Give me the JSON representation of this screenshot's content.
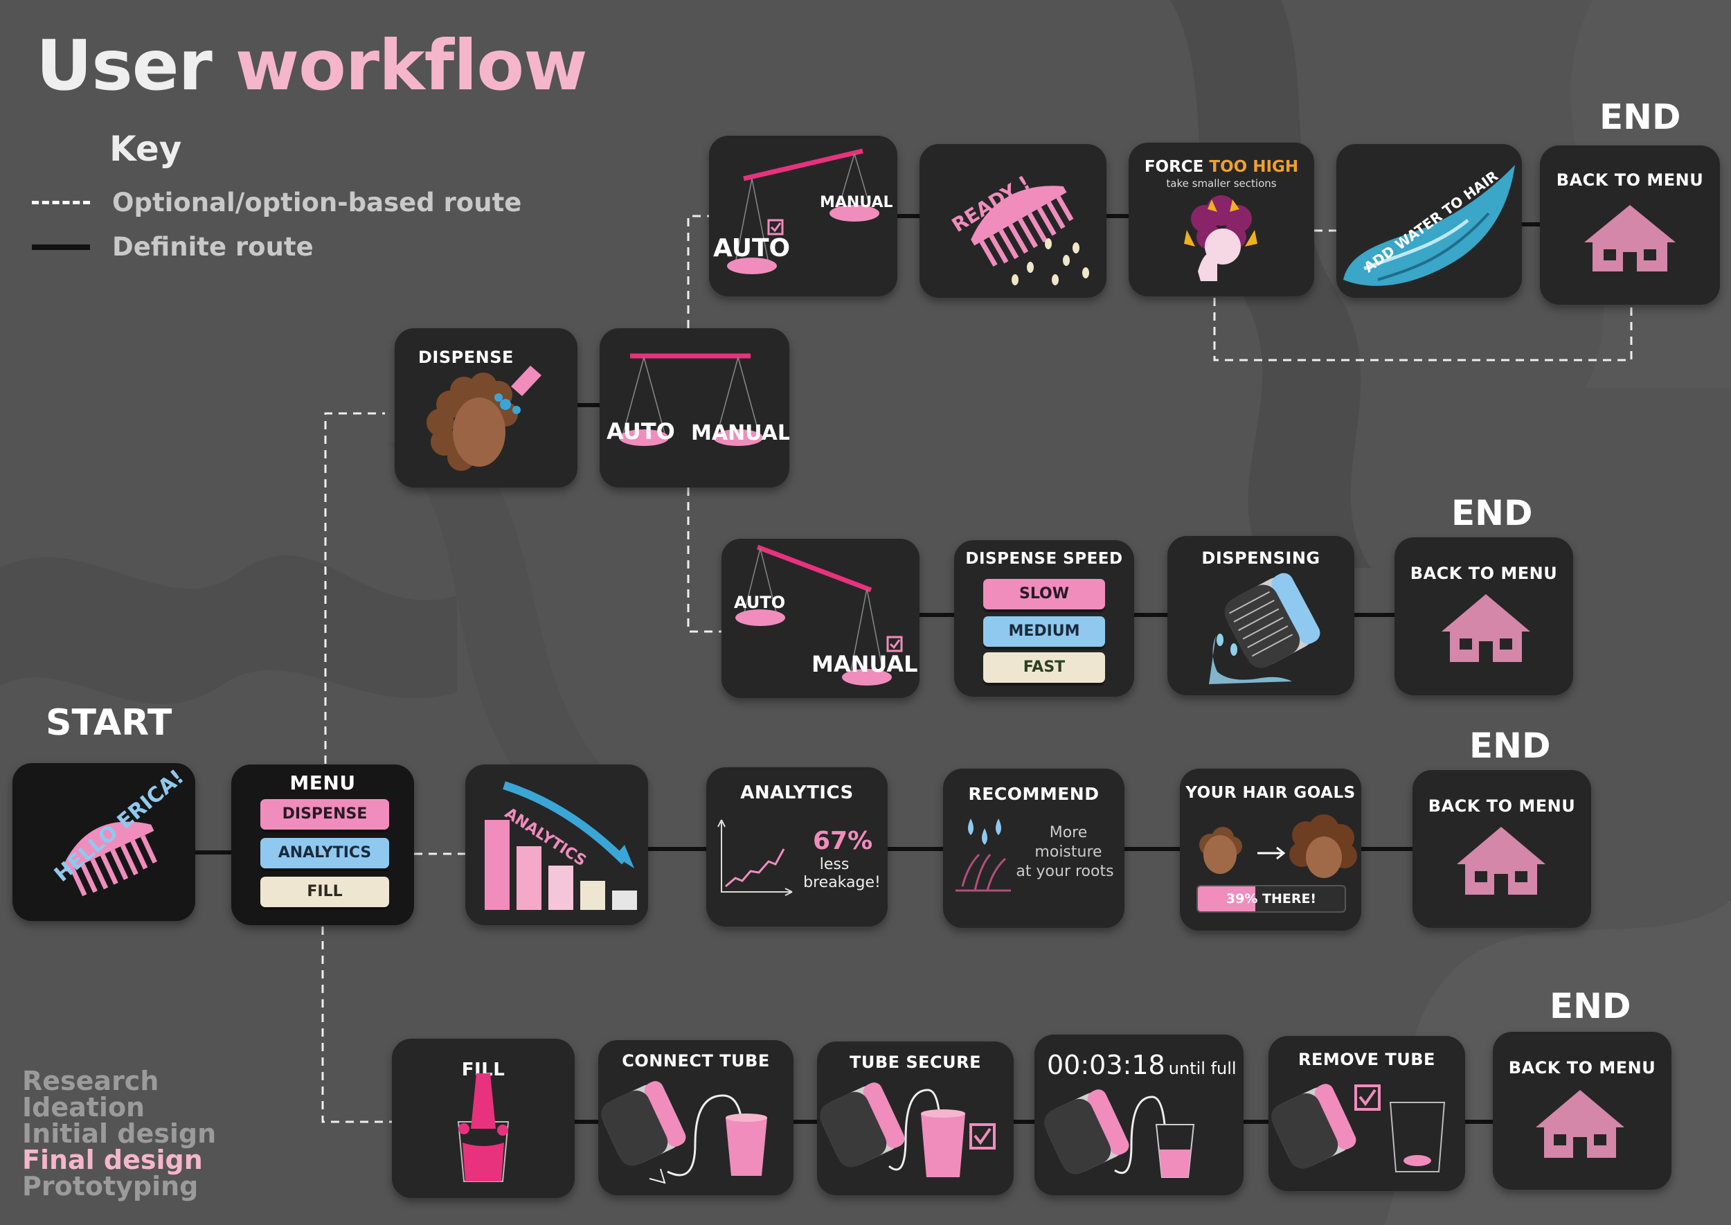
{
  "title": {
    "part1": "User",
    "part2": "workflow"
  },
  "key": {
    "title": "Key",
    "optional": "Optional/option-based route",
    "definite": "Definite route"
  },
  "start_label": "START",
  "end_label": "END",
  "colors": {
    "background": "#545454",
    "card": "#262626",
    "pink": "#f08dbd",
    "blue": "#8fc9ef",
    "cream": "#efe6d2",
    "house": "#d487a8"
  },
  "start_card": {
    "greeting": "HELLO ERICA!"
  },
  "menu": {
    "title": "MENU",
    "dispense": "DISPENSE",
    "analytics": "ANALYTICS",
    "fill": "FILL"
  },
  "dispense_card": {
    "title": "DISPENSE"
  },
  "mode_card": {
    "auto": "AUTO",
    "manual": "MANUAL"
  },
  "auto_route": {
    "mode_auto": "AUTO",
    "mode_manual": "MANUAL",
    "ready": "READY !",
    "force_prefix": "FORCE",
    "force_emph": "TOO HIGH",
    "force_hint": "take smaller sections",
    "water_hint": "ADD WATER TO HAIR",
    "back": "BACK TO MENU"
  },
  "manual_route": {
    "mode_auto": "AUTO",
    "mode_manual": "MANUAL",
    "speed_title": "DISPENSE SPEED",
    "slow": "SLOW",
    "medium": "MEDIUM",
    "fast": "FAST",
    "dispensing": "DISPENSING",
    "back": "BACK TO MENU"
  },
  "analytics_route": {
    "intro": "ANALYTICS",
    "title": "ANALYTICS",
    "stat": "67%",
    "stat_line1": "less",
    "stat_line2": "breakage!",
    "recommend_title": "RECOMMEND",
    "rec_line1": "More",
    "rec_line2": "moisture",
    "rec_line3": "at your roots",
    "goals_title": "YOUR HAIR GOALS",
    "goal_pct": "39%",
    "goal_text": "THERE!",
    "goal_progress": 0.39,
    "back": "BACK TO MENU"
  },
  "fill_route": {
    "fill_title": "FILL",
    "connect_title": "CONNECT TUBE",
    "secure_title": "TUBE SECURE",
    "timer": "00:03:18",
    "timer_suffix": "until full",
    "remove_title": "REMOVE TUBE",
    "back": "BACK TO MENU"
  },
  "stages": [
    "Research",
    "Ideation",
    "Initial design",
    "Final design",
    "Prototyping"
  ],
  "active_stage": "Final design"
}
